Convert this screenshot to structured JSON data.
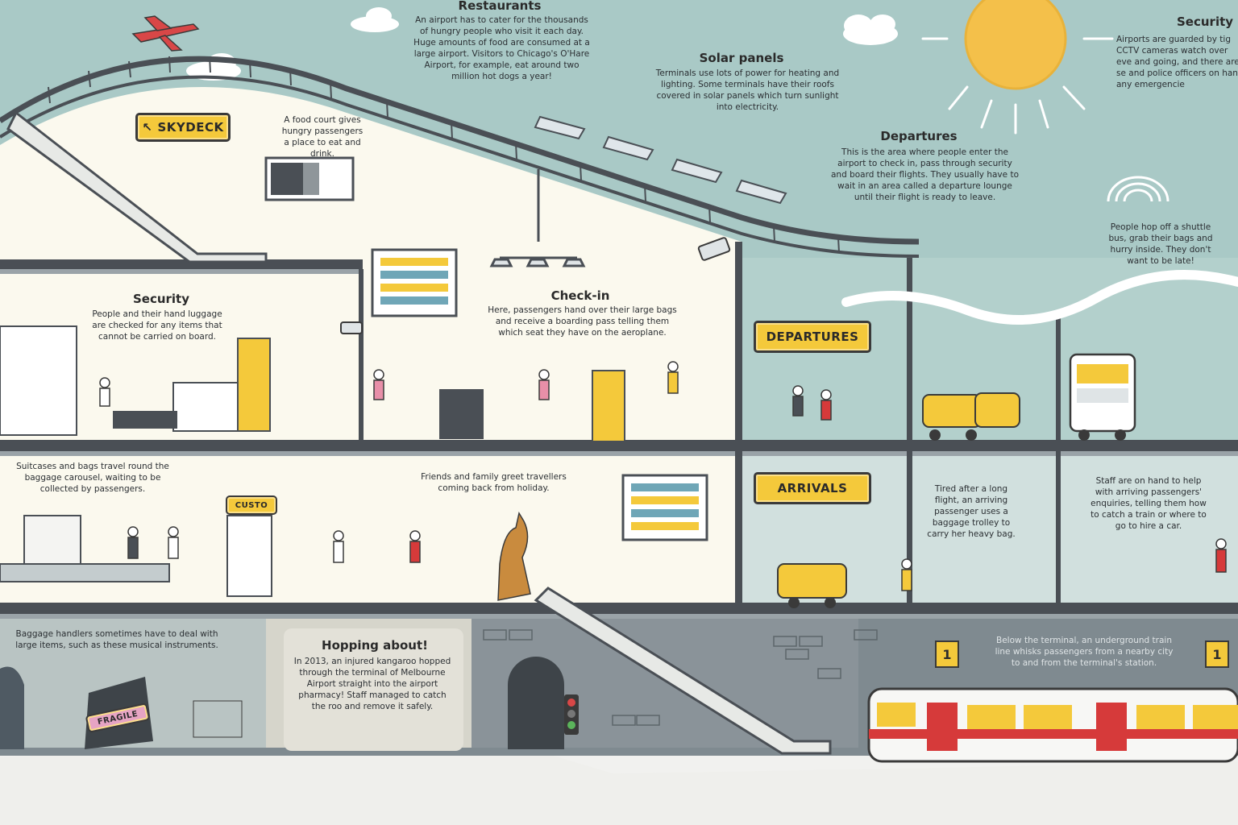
{
  "signs": {
    "skydeck": "SKYDECK",
    "departures": "DEPARTURES",
    "arrivals": "ARRIVALS",
    "customs": "CUSTO",
    "fragile": "FRAGILE",
    "platform_left": "1",
    "platform_right": "1"
  },
  "sections": {
    "restaurants": {
      "title": "Restaurants",
      "body": "An airport has to cater for the thousands of hungry people who visit it each day. Huge amounts of food are consumed at a large airport. Visitors to Chicago's O'Hare Airport, for example, eat around two million hot dogs a year!"
    },
    "solar": {
      "title": "Solar panels",
      "body": "Terminals use lots of power for heating and lighting. Some terminals have their roofs covered in solar panels which turn sunlight into electricity."
    },
    "security_top": {
      "title": "Security",
      "body": "Airports are guarded by tig CCTV cameras watch over eve and going, and there are se and police officers on hand any emergencie"
    },
    "departures": {
      "title": "Departures",
      "body": "This is the area where people enter the airport to check in, pass through security and board their flights. They usually have to wait in an area called a departure lounge until their flight is ready to leave."
    },
    "shuttle": {
      "body": "People hop off a shuttle bus, grab their bags and hurry inside. They don't want to be late!"
    },
    "food_court": {
      "body": "A food court gives hungry passengers a place to eat and drink."
    },
    "security": {
      "title": "Security",
      "body": "People and their hand luggage are checked for any items that cannot be carried on board."
    },
    "checkin": {
      "title": "Check-in",
      "body": "Here, passengers hand over their large bags and receive a boarding pass telling them which seat they have on the aeroplane."
    },
    "carousel": {
      "body": "Suitcases and bags travel round the baggage carousel, waiting to be collected by passengers."
    },
    "greet": {
      "body": "Friends and family greet travellers coming back from holiday."
    },
    "tired": {
      "body": "Tired after a long flight, an arriving passenger uses a baggage trolley to carry her heavy bag."
    },
    "staff": {
      "body": "Staff are on hand to help with arriving passengers' enquiries, telling them how to catch a train or where to go to hire a car."
    },
    "handlers": {
      "body": "Baggage handlers sometimes have to deal with large items, such as these musical instruments."
    },
    "hopping": {
      "title": "Hopping about!",
      "body": "In 2013, an injured kangaroo hopped through the terminal of Melbourne Airport straight into the airport pharmacy! Staff managed to catch the roo and remove it safely."
    },
    "train": {
      "body": "Below the terminal, an underground train line whisks passengers from a nearby city to and from the terminal's station."
    }
  },
  "colors": {
    "sky": "#a9c9c6",
    "floor": "#f7f4e6",
    "accent_yellow": "#f4c93b",
    "train_red": "#d63a3a",
    "underground": "#8d969b",
    "structure": "#4a4f55"
  },
  "icons": [
    "airplane-icon",
    "sun-icon",
    "cloud-icon",
    "cctv-camera-icon",
    "kangaroo-icon",
    "taxi-icon",
    "shuttle-bus-icon",
    "train-icon",
    "traffic-light-icon",
    "escalator-icon",
    "solar-panel-icon",
    "departure-board-icon"
  ]
}
